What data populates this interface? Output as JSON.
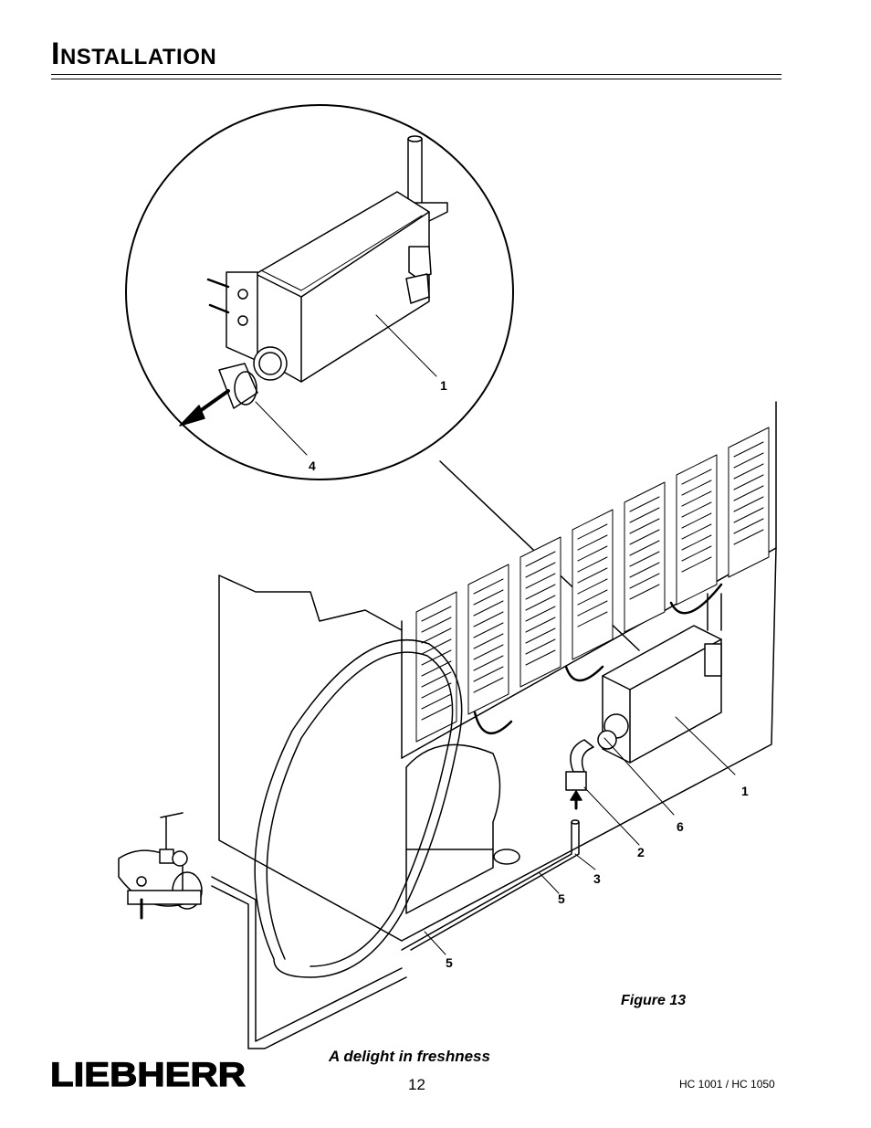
{
  "header": {
    "title": "Installation"
  },
  "figure": {
    "labels": {
      "inset_1": "1",
      "inset_4": "4",
      "main_1": "1",
      "main_6": "6",
      "main_2": "2",
      "main_3": "3",
      "main_5a": "5",
      "main_5b": "5"
    },
    "caption": "Figure 13"
  },
  "footer": {
    "slogan": "A delight in freshness",
    "brand": "LIEBHERR",
    "page_number": "12",
    "model": "HC 1001 / HC 1050"
  }
}
